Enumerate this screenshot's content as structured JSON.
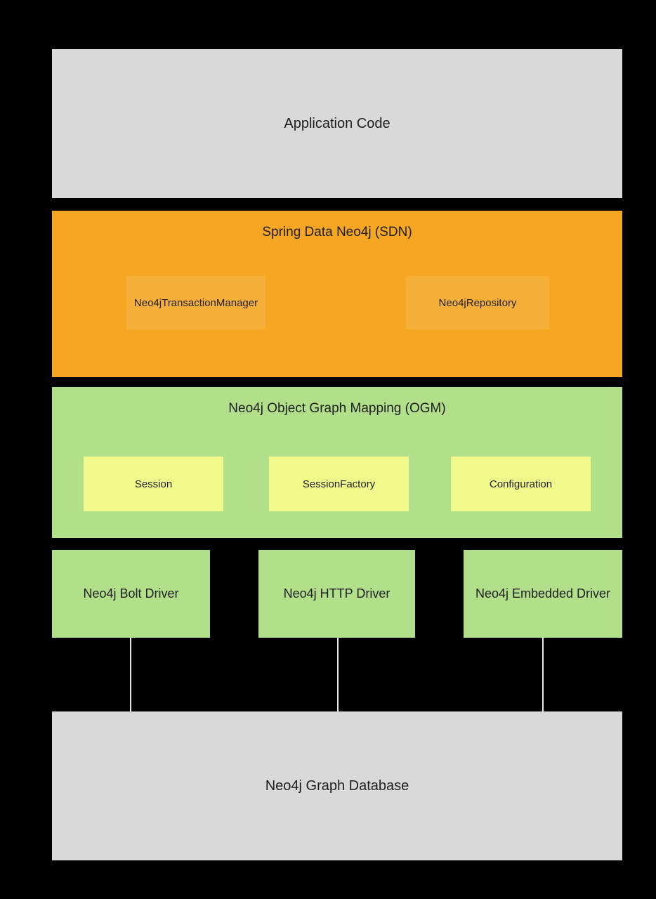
{
  "diagram": {
    "layers": {
      "application": {
        "label": "Application Code"
      },
      "sdn": {
        "label": "Spring Data Neo4j (SDN)",
        "components": [
          {
            "label": "Neo4jTransactionManager"
          },
          {
            "label": "Neo4jRepository"
          }
        ]
      },
      "ogm": {
        "label": "Neo4j Object Graph Mapping (OGM)",
        "components": [
          {
            "label": "Session"
          },
          {
            "label": "SessionFactory"
          },
          {
            "label": "Configuration"
          }
        ]
      },
      "drivers": [
        {
          "label": "Neo4j Bolt Driver"
        },
        {
          "label": "Neo4j HTTP Driver"
        },
        {
          "label": "Neo4j Embedded Driver"
        }
      ],
      "database": {
        "label": "Neo4j Graph Database"
      }
    },
    "colors": {
      "background": "#000000",
      "gray_box": "#d9d9d9",
      "orange_box": "#f5a623",
      "orange_inner_box": "#f6b03a",
      "green_box": "#b2df8a",
      "yellow_box": "#f0f98a",
      "text": "#1f1f1f",
      "connector": "#e6e6e6"
    }
  }
}
